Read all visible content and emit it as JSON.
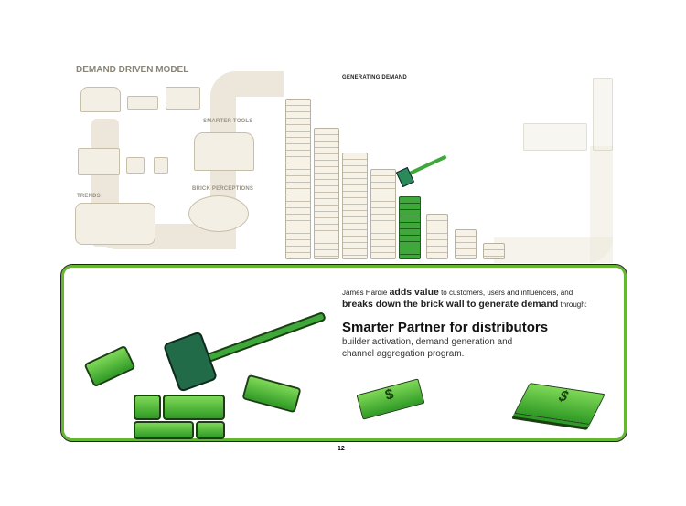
{
  "header": {
    "title": "DEMAND DRIVEN MODEL",
    "section": "GENERATING DEMAND"
  },
  "labels": {
    "smarter_tools": "SMARTER TOOLS",
    "brick_perceptions": "BRICK PERCEPTIONS",
    "trends": "TRENDS"
  },
  "callout": {
    "line1_pre": "James Hardie ",
    "line1_bold": "adds value",
    "line1_post": " to customers, users and influencers, and",
    "line2_bold": "breaks down the brick wall to generate demand",
    "line2_post": " through:",
    "heading": "Smarter Partner for distributors",
    "body": "builder activation, demand generation and channel aggregation program."
  },
  "page_number": "12",
  "colors": {
    "accent": "#63b830",
    "beige": "#ece7da"
  }
}
